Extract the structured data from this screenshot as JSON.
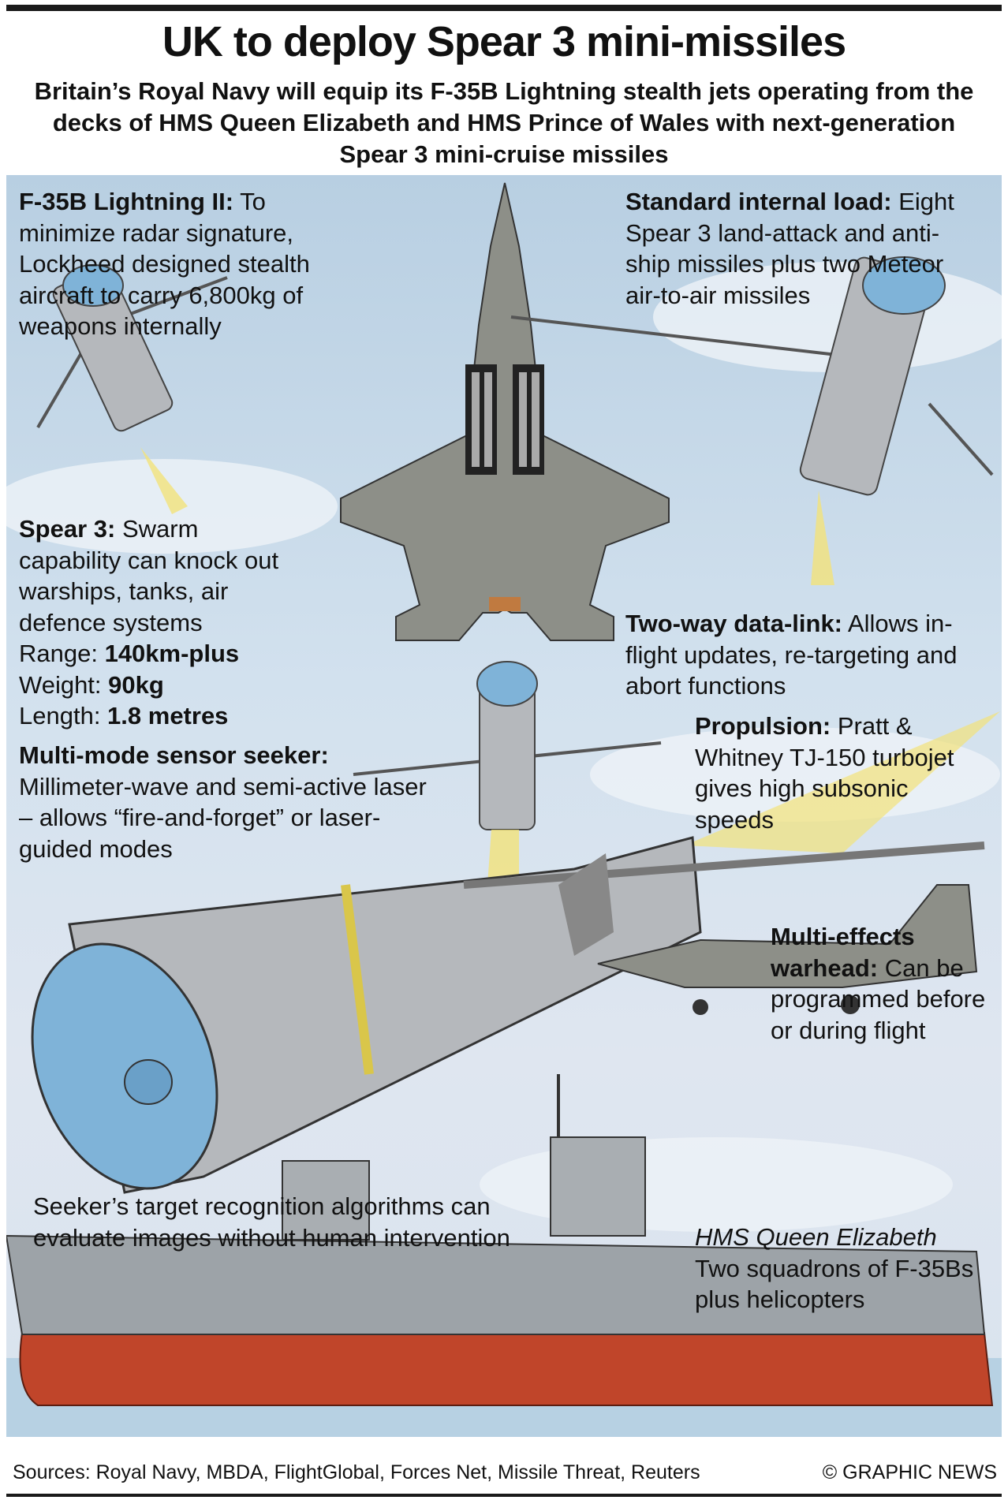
{
  "title": "UK to deploy Spear 3 mini-missiles",
  "subtitle": "Britain’s Royal Navy will equip its F-35B Lightning stealth jets operating from the decks of HMS Queen Elizabeth and HMS Prince of Wales with next-generation Spear 3 mini-cruise missiles",
  "f35": {
    "heading": "F-35B Lightning II:",
    "body": " To minimize radar signature, Lockheed designed stealth aircraft to carry 6,800kg of weapons internally"
  },
  "internal_load": {
    "heading": "Standard internal load:",
    "body": " Eight Spear 3 land-attack and anti-ship missiles plus two Meteor air-to-air missiles"
  },
  "spear3": {
    "heading": "Spear 3:",
    "body": " Swarm capability can knock out warships, tanks, air defence systems",
    "range_label": "Range: ",
    "range": "140km-plus",
    "weight_label": "Weight: ",
    "weight": "90kg",
    "length_label": "Length: ",
    "length": "1.8 metres"
  },
  "seeker": {
    "heading": "Multi-mode sensor seeker:",
    "body": " Millimeter-wave and semi-active laser – allows “fire-and-forget” or laser-guided modes"
  },
  "datalink": {
    "heading": "Two-way data-link:",
    "body": " Allows in-flight updates, re-targeting and abort functions"
  },
  "propulsion": {
    "heading": "Propulsion:",
    "body": " Pratt & Whitney TJ-150 turbojet gives high subsonic speeds"
  },
  "warhead": {
    "heading": "Multi-effects warhead:",
    "body": " Can be programmed before or during flight"
  },
  "recognition": "Seeker’s target recognition algorithms can evaluate images without human intervention",
  "carrier": {
    "name": "HMS Queen Elizabeth",
    "body": "Two squadrons of F-35Bs plus helicopters"
  },
  "sources": "Sources: Royal Navy, MBDA, FlightGlobal, Forces Net, Missile Threat, Reuters",
  "credit": "© GRAPHIC NEWS",
  "colors": {
    "sky": "#c6d9ea",
    "missile": "#b5b8bc",
    "hull": "#c0452a",
    "jet": "#8d8f88",
    "flame": "#f2e27a"
  }
}
